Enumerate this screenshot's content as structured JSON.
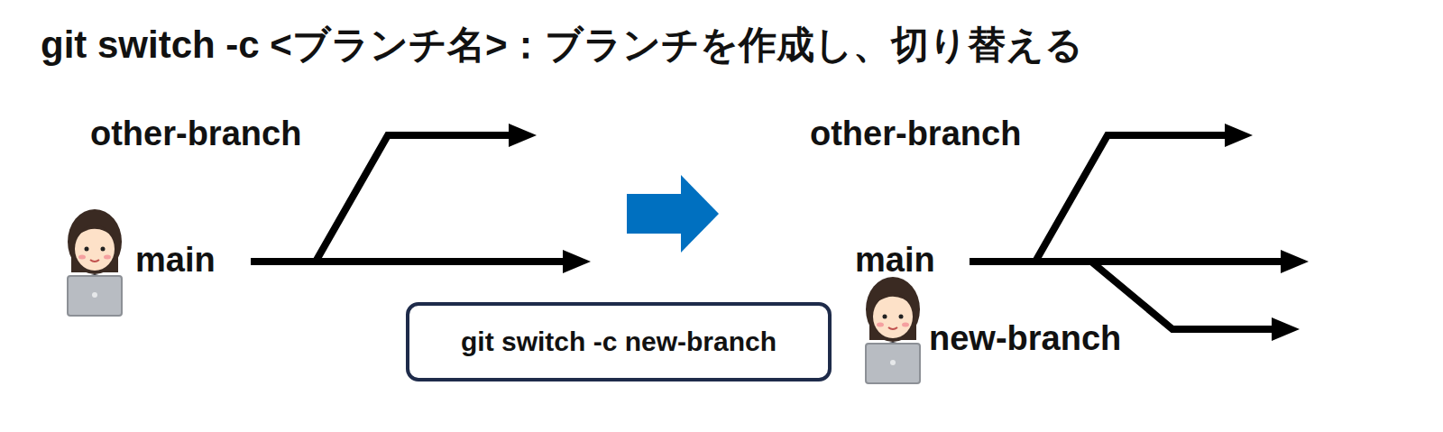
{
  "diagram": {
    "title": "git switch -c <ブランチ名>：ブランチを作成し、切り替える",
    "nodes": [
      {
        "text": [
          "git switch -c new-branch"
        ]
      }
    ],
    "edges": [],
    "labels": [
      "other-branch",
      "main",
      "other-branch",
      "main",
      "new-branch"
    ]
  }
}
